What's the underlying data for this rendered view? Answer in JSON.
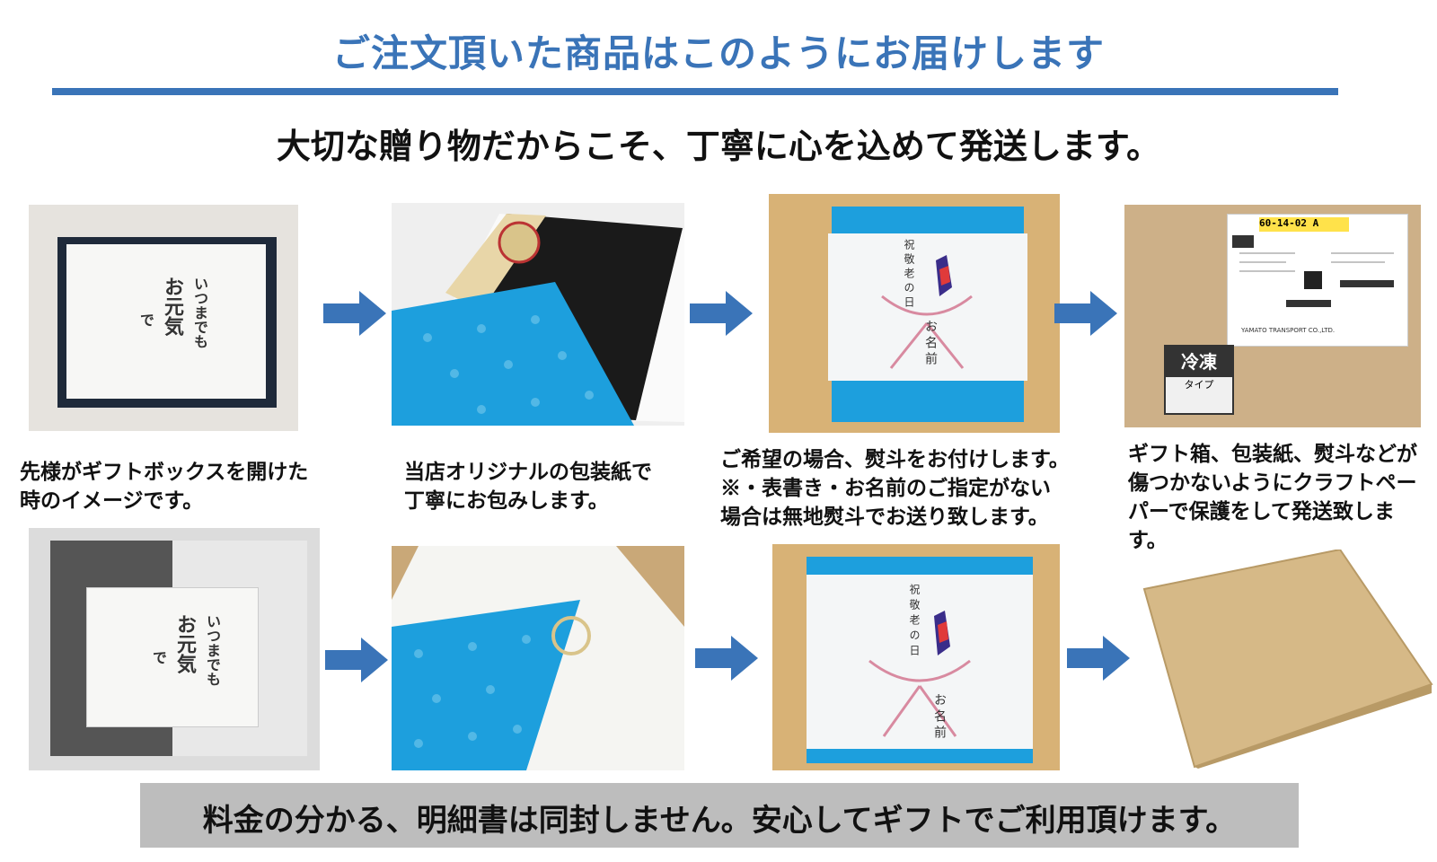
{
  "header": {
    "title": "ご注文頂いた商品はこのようにお届けします",
    "subtitle": "大切な贈り物だからこそ、丁寧に心を込めて発送します。"
  },
  "steps": [
    {
      "caption_lines": [
        "先様がギフトボックスを開けた",
        "時のイメージです。"
      ]
    },
    {
      "caption_lines": [
        "当店オリジナルの包装紙で",
        "丁寧にお包みします。"
      ]
    },
    {
      "caption_lines": [
        "ご希望の場合、熨斗をお付けします。",
        "※・表書き・お名前のご指定がない",
        "場合は無地熨斗でお送り致します。"
      ]
    },
    {
      "caption_lines": [
        "ギフト箱、包装紙、熨斗などが",
        "傷つかないようにクラフトペー",
        "パーで保護をして発送致しま",
        "す。"
      ]
    }
  ],
  "box_print": {
    "line1": "いつまでも",
    "line2": "お元気",
    "line3": "で"
  },
  "noshi": {
    "top_text": "祝敬老の日",
    "name_text": "お名前"
  },
  "shipping_label": {
    "code": "60-14-02 A",
    "carrier": "YAMATO TRANSPORT CO.,LTD.",
    "sticker_main": "冷凍",
    "sticker_sub": "タイプ"
  },
  "footer": {
    "text": "料金の分かる、明細書は同封しません。安心してギフトでご利用頂けます。"
  },
  "colors": {
    "accent": "#3a74b8",
    "wrap_blue": "#1d9fdd",
    "kraft": "#d6b987",
    "footer_bg": "#bdbdbd"
  }
}
